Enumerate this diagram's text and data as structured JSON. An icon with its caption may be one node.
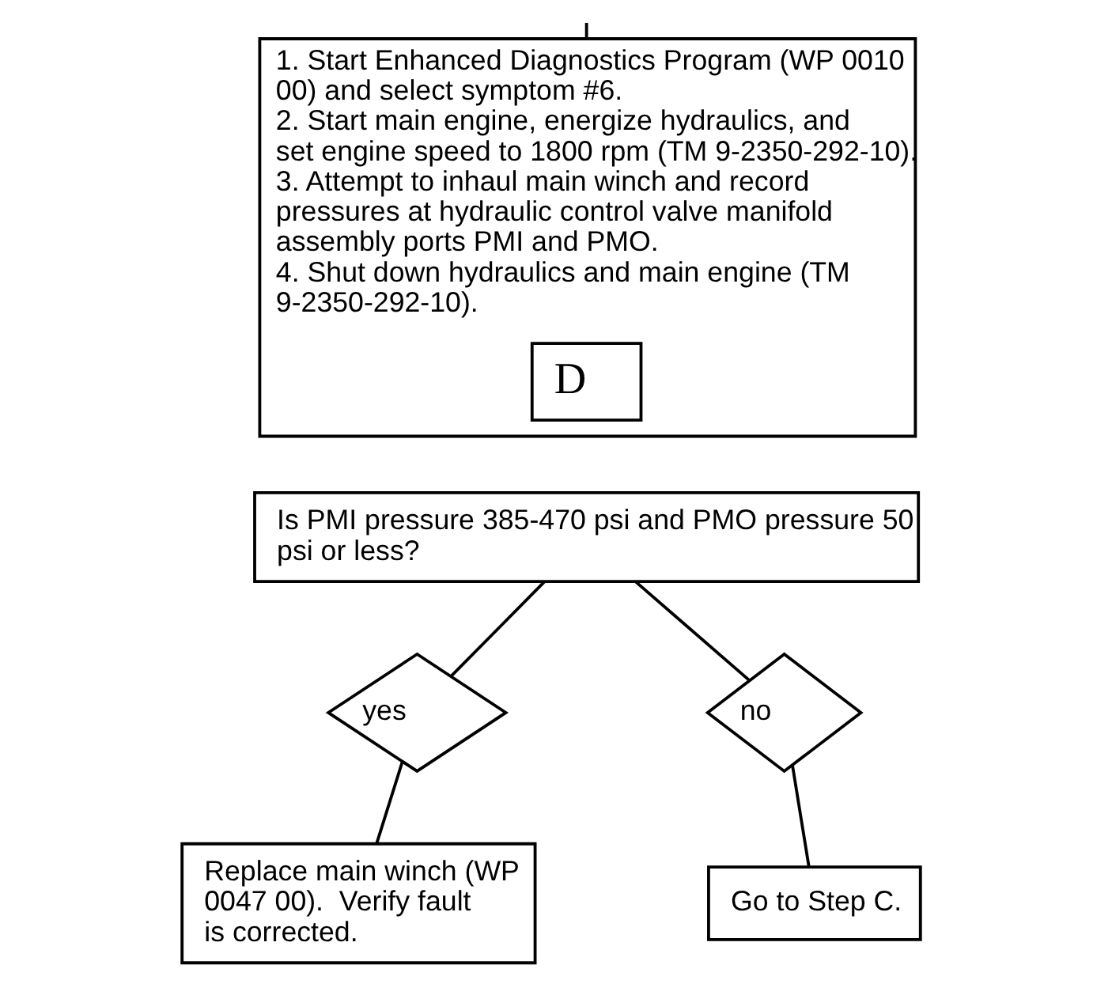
{
  "diagram": {
    "nodes": [
      {
        "text": [
          "1. Start Enhanced Diagnostics Program (WP 0010 00) and select symptom #6.",
          "2. Start main engine, energize hydraulics, and set engine speed to 1800 rpm (TM 9-2350-292-10).",
          "3. Attempt to inhaul main winch and record pressures at hydraulic control valve manifold assembly ports PMI and PMO.",
          "4. Shut down hydraulics and main engine (TM 9-2350-292-10)."
        ]
      },
      {
        "text": [
          "D"
        ],
        "in": 0
      },
      {
        "text": [
          "Is PMI pressure 385-470 psi and PMO pressure 50 psi or less?"
        ]
      },
      {
        "text": [
          "yes"
        ]
      },
      {
        "text": [
          "no"
        ]
      },
      {
        "text": [
          "Replace main winch (WP 0047 00).  Verify fault is corrected."
        ]
      },
      {
        "text": [
          "Go to Step C."
        ]
      }
    ],
    "edges": [
      {
        "from": null,
        "to": 0,
        "arrow": "none"
      },
      {
        "from": 2,
        "to": 3,
        "arrow": "none"
      },
      {
        "from": 2,
        "to": 4,
        "arrow": "none"
      },
      {
        "from": 3,
        "to": 5,
        "arrow": "none"
      },
      {
        "from": 4,
        "to": 6,
        "arrow": "none"
      }
    ]
  }
}
